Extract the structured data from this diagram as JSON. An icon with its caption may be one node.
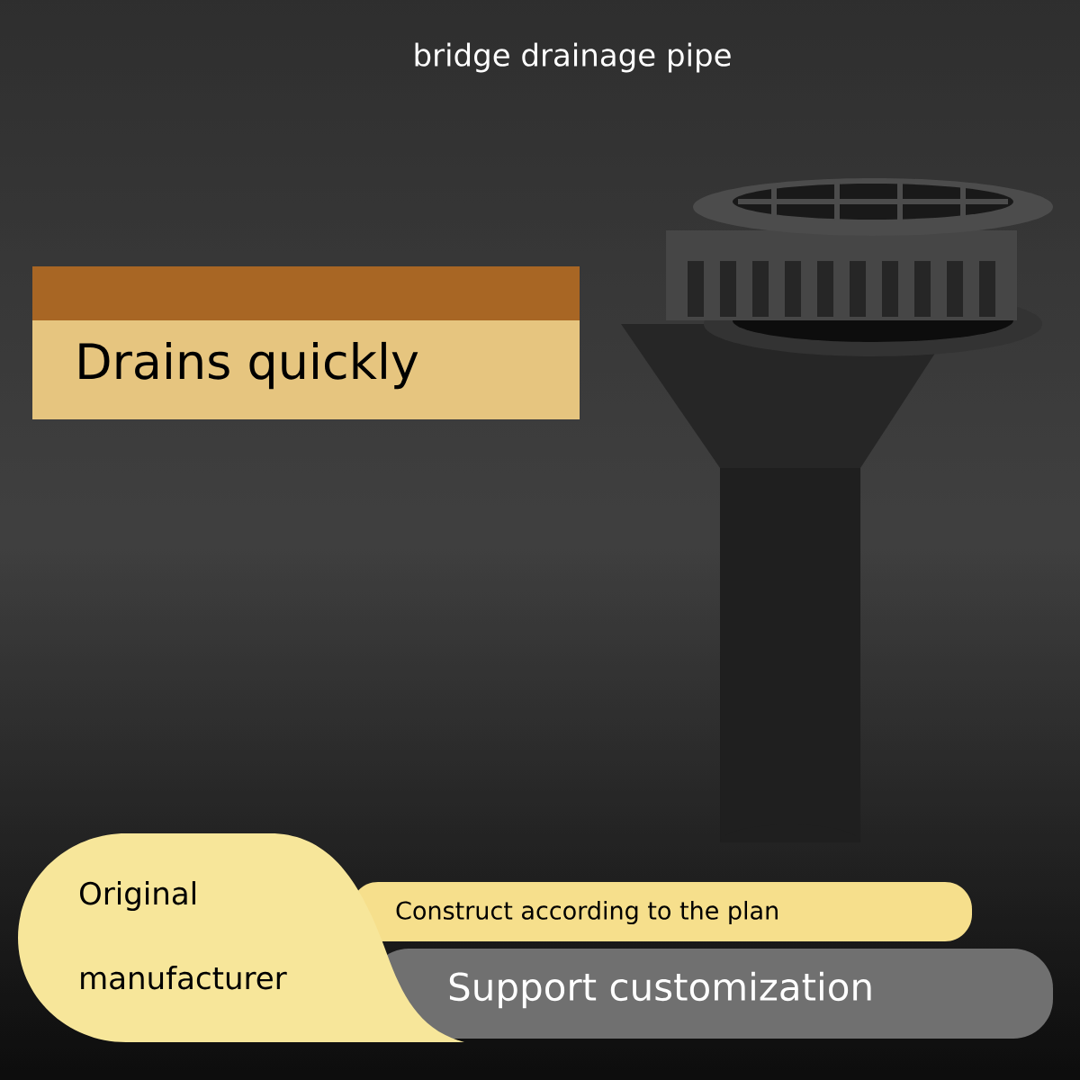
{
  "diagram": {
    "title": "bridge drainage pipe",
    "nodes": [
      {
        "text": [
          "Drains quickly"
        ]
      },
      {
        "text": [
          "Original manufacturer"
        ]
      },
      {
        "text": [
          "Construct according to the plan"
        ]
      },
      {
        "text": [
          "Support customization"
        ]
      }
    ]
  }
}
